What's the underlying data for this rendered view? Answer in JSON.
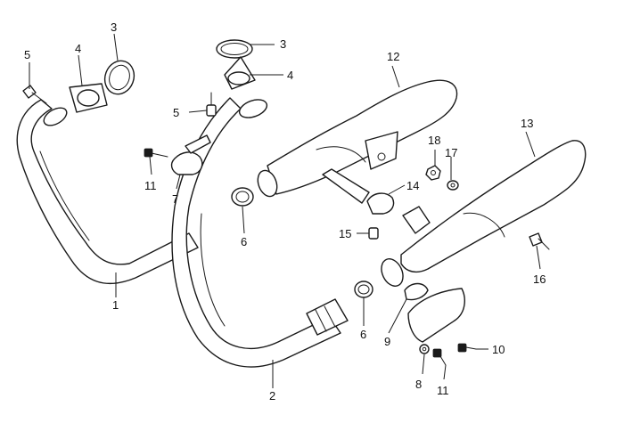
{
  "diagram": {
    "callouts": [
      {
        "id": "c-5a",
        "text": "5",
        "part": "bolt"
      },
      {
        "id": "c-4a",
        "text": "4",
        "part": "flange"
      },
      {
        "id": "c-3a",
        "text": "3",
        "part": "gasket"
      },
      {
        "id": "c-3b",
        "text": "3",
        "part": "gasket"
      },
      {
        "id": "c-4b",
        "text": "4",
        "part": "flange"
      },
      {
        "id": "c-5b",
        "text": "5",
        "part": "bolt"
      },
      {
        "id": "c-12",
        "text": "12",
        "part": "muffler"
      },
      {
        "id": "c-13",
        "text": "13",
        "part": "muffler"
      },
      {
        "id": "c-18",
        "text": "18",
        "part": "nut"
      },
      {
        "id": "c-17",
        "text": "17",
        "part": "washer"
      },
      {
        "id": "c-14",
        "text": "14",
        "part": "clamp"
      },
      {
        "id": "c-11a",
        "text": "11",
        "part": "bolt"
      },
      {
        "id": "c-7",
        "text": "7",
        "part": "clamp-bracket"
      },
      {
        "id": "c-6a",
        "text": "6",
        "part": "connector-ring"
      },
      {
        "id": "c-15",
        "text": "15",
        "part": "bolt"
      },
      {
        "id": "c-1",
        "text": "1",
        "part": "exhaust-pipe"
      },
      {
        "id": "c-6b",
        "text": "6",
        "part": "connector-ring"
      },
      {
        "id": "c-9",
        "text": "9",
        "part": "clamp-bracket"
      },
      {
        "id": "c-16",
        "text": "16",
        "part": "bolt"
      },
      {
        "id": "c-10",
        "text": "10",
        "part": "bolt"
      },
      {
        "id": "c-8",
        "text": "8",
        "part": "washer"
      },
      {
        "id": "c-11b",
        "text": "11",
        "part": "bolt"
      },
      {
        "id": "c-2",
        "text": "2",
        "part": "exhaust-pipe"
      }
    ]
  }
}
